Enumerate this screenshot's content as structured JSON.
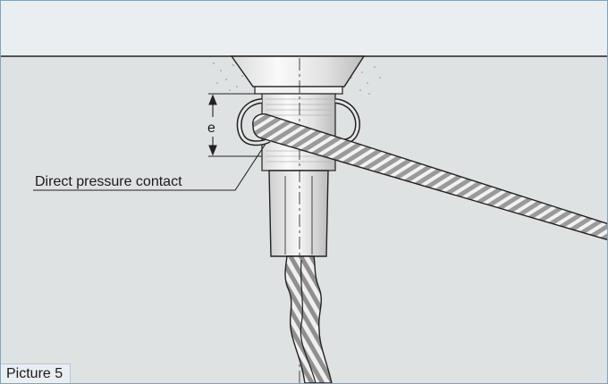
{
  "diagram": {
    "dimension_label": "e",
    "callout_label": "Direct pressure contact"
  },
  "caption": "Picture 5",
  "colors": {
    "slab_top": "#ebeef0",
    "concrete": "#dfe2e3",
    "line": "#222222",
    "fitting": "#f4f4f4",
    "frame_border": "#7fa3bf"
  }
}
